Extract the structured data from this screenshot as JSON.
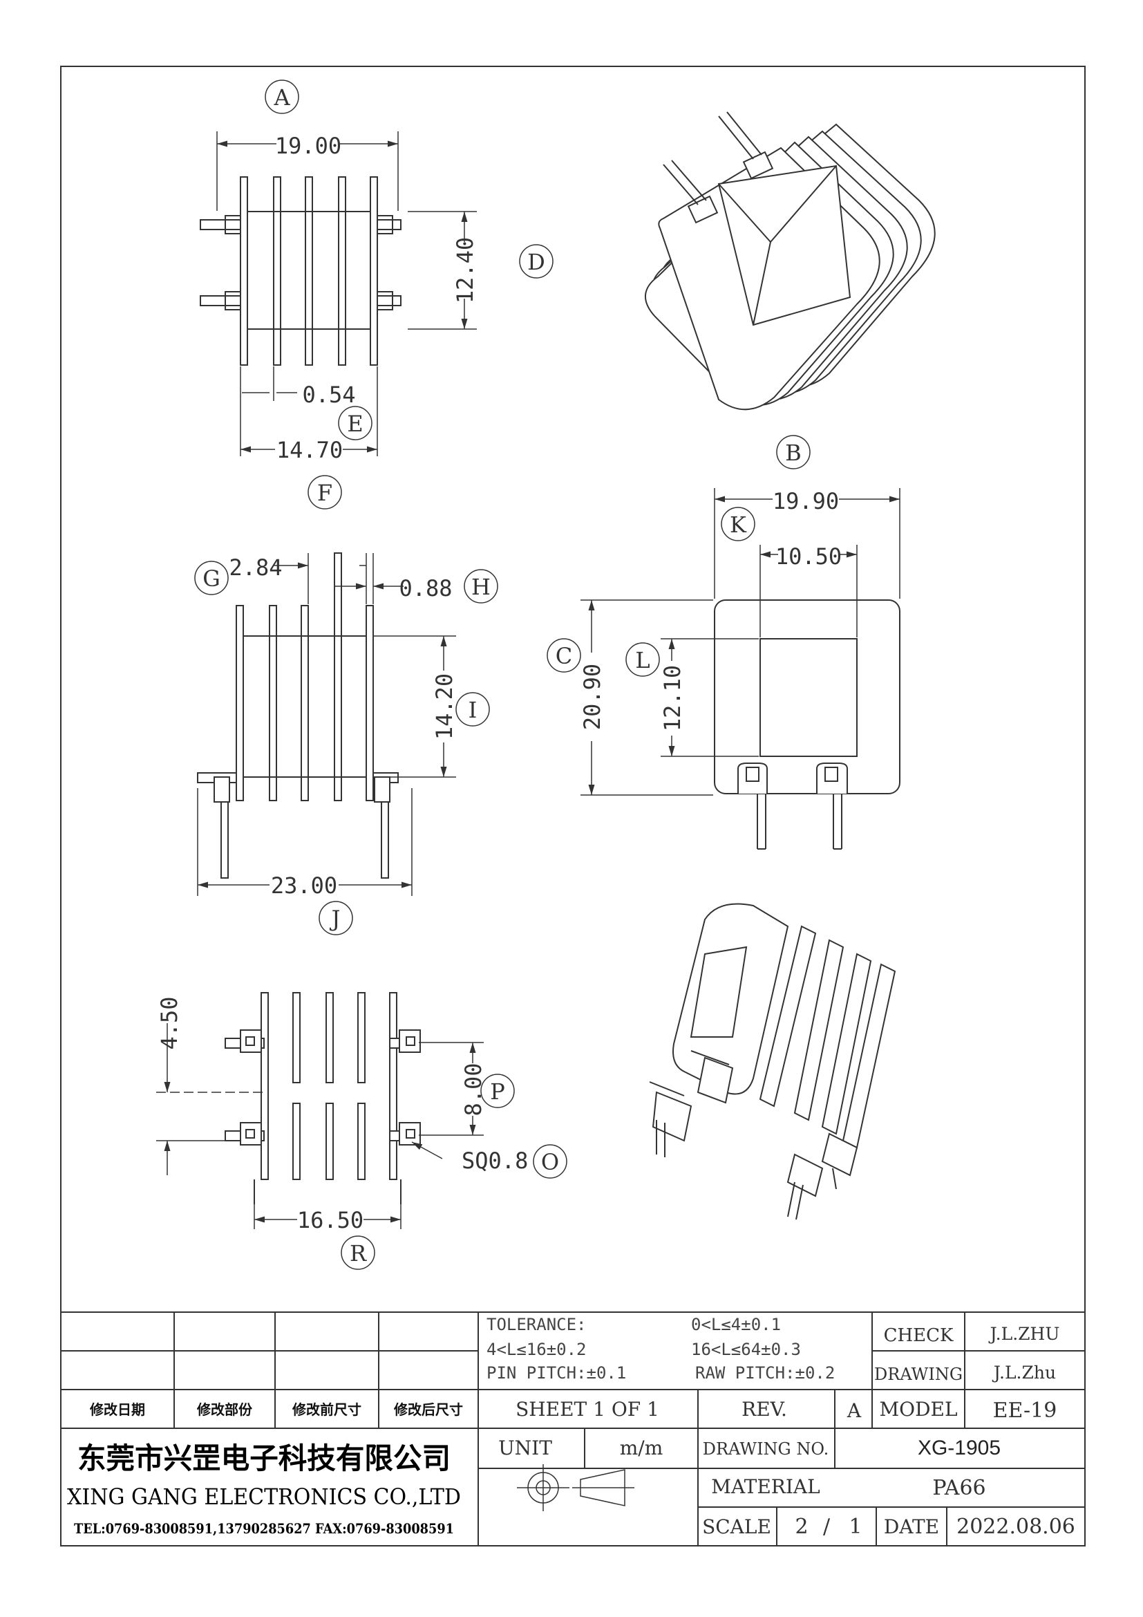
{
  "views": {
    "a": {
      "dim_width": "19.00",
      "dim_height": "12.40",
      "dim_pitch": "0.54",
      "dim_base": "14.70"
    },
    "b": {
      "dim_width": "19.90",
      "dim_window_w": "10.50",
      "dim_height": "20.90",
      "dim_window_h": "12.10"
    },
    "c": {
      "dim_left": "2.84",
      "dim_gap": "0.88",
      "dim_height": "14.20",
      "dim_overall": "23.00"
    },
    "d": {
      "dim_offset": "4.50",
      "dim_pin_span": "8.00",
      "dim_pin": "SQ0.8",
      "dim_base": "16.50"
    }
  },
  "markers": [
    "A",
    "B",
    "C",
    "D",
    "E",
    "F",
    "G",
    "H",
    "I",
    "J",
    "K",
    "L",
    "O",
    "P",
    "R"
  ],
  "title_block": {
    "tolerance": {
      "label": "TOLERANCE:",
      "r1": "0<L≤4±0.1",
      "r2": "4<L≤16±0.2",
      "r3": "16<L≤64±0.3",
      "pin_pitch": "PIN PITCH:±0.1",
      "raw_pitch": "RAW PITCH:±0.2"
    },
    "check_label": "CHECK",
    "check_value": "J.L.ZHU",
    "drawing_label": "DRAWING",
    "drawing_value": "J.L.Zhu",
    "revision_headers": [
      "修改日期",
      "修改部份",
      "修改前尺寸",
      "修改后尺寸"
    ],
    "sheet": "SHEET 1 OF 1",
    "rev_label": "REV.",
    "rev_value": "A",
    "model_label": "MODEL",
    "model_value": "EE-19",
    "unit_label": "UNIT",
    "unit_value": "m/m",
    "drawing_no_label": "DRAWING NO.",
    "drawing_no_value": "XG-1905",
    "material_label": "MATERIAL",
    "material_value": "PA66",
    "scale_label": "SCALE",
    "scale_num": "2",
    "scale_sep": "/",
    "scale_den": "1",
    "date_label": "DATE",
    "date_value": "2022.08.06",
    "company_cn": "东莞市兴罡电子科技有限公司",
    "company_en": "XING GANG ELECTRONICS CO.,LTD",
    "contact": "TEL:0769-83008591,13790285627 FAX:0769-83008591"
  }
}
